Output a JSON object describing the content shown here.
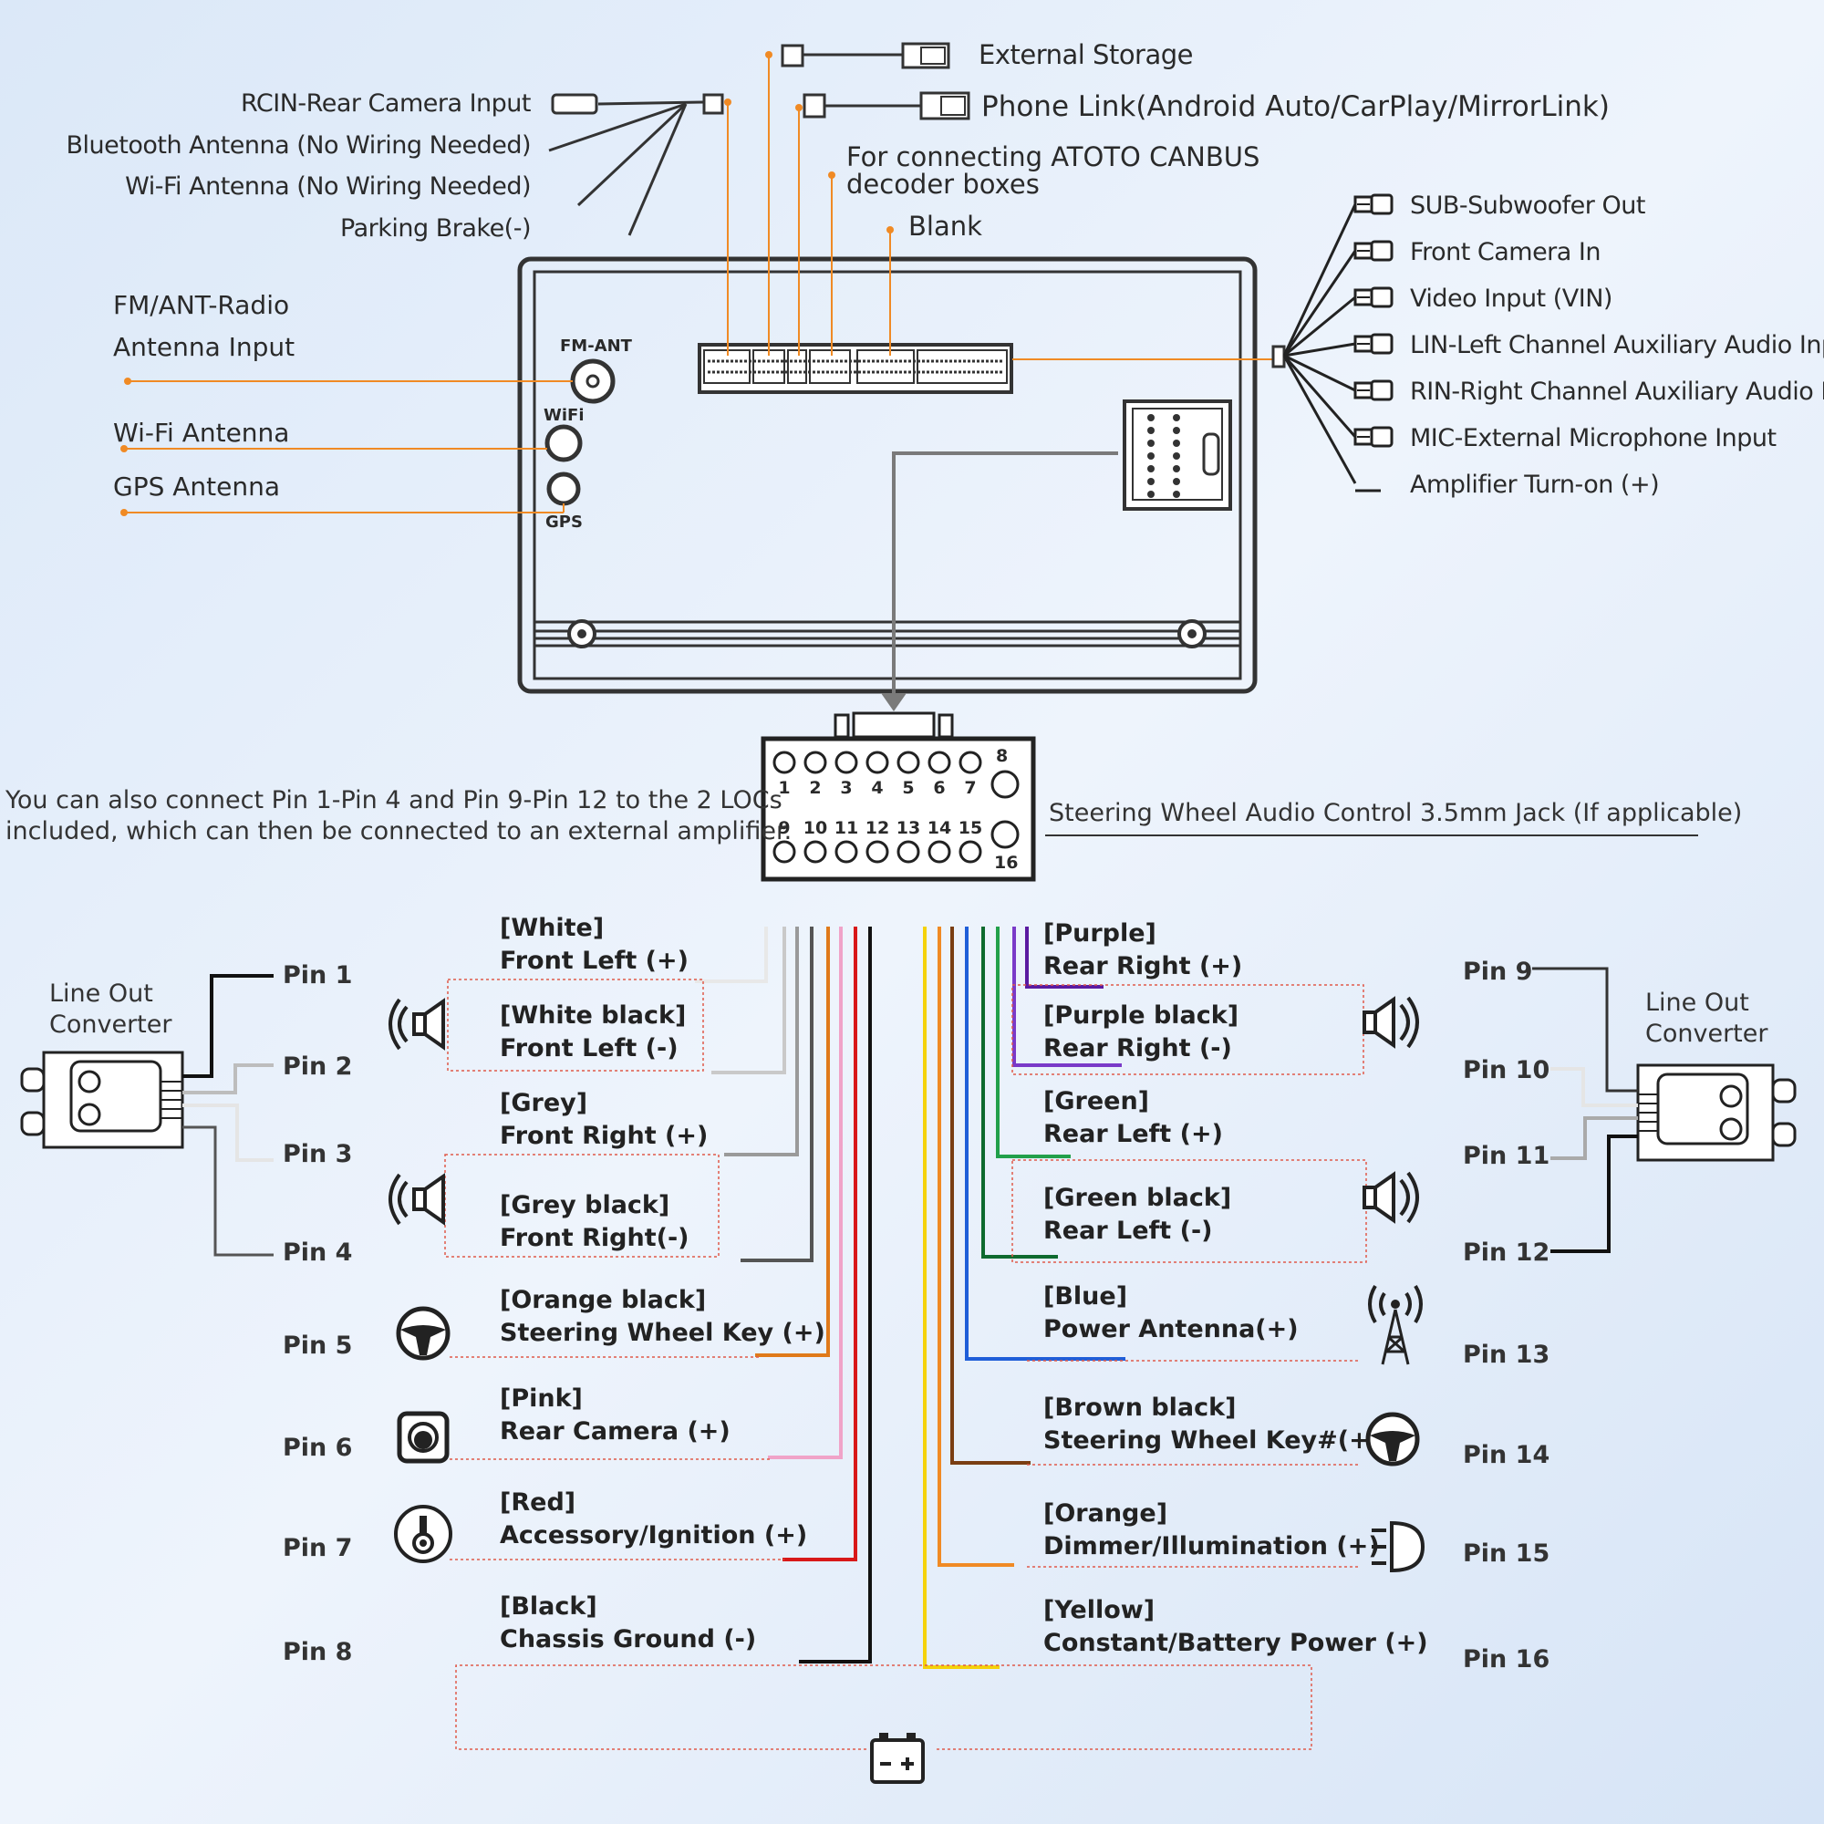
{
  "top_connectors": {
    "external_storage": "External Storage",
    "phone_link": "Phone Link(Android Auto/CarPlay/MirrorLink)",
    "canbus": [
      "For connecting ATOTO CANBUS",
      "decoder boxes"
    ],
    "blank": "Blank",
    "rcin": "RCIN-Rear Camera Input",
    "bt_antenna": "Bluetooth Antenna (No Wiring Needed)",
    "wifi_antenna_nw": "Wi-Fi Antenna (No Wiring Needed)",
    "parking_brake": "Parking Brake(-)"
  },
  "right_harness": [
    "SUB-Subwoofer Out",
    "Front Camera In",
    "Video Input (VIN)",
    "LIN-Left Channel Auxiliary Audio Input",
    "RIN-Right Channel Auxiliary Audio Input",
    "MIC-External Microphone Input",
    "Amplifier Turn-on (+)"
  ],
  "left_antennas": {
    "fm": [
      "FM/ANT-Radio",
      "Antenna Input"
    ],
    "wifi": "Wi-Fi Antenna",
    "gps": "GPS Antenna"
  },
  "unit_ports": {
    "fm": "FM-ANT",
    "wifi": "WiFi",
    "gps": "GPS"
  },
  "connector": {
    "top_pins": [
      "1",
      "2",
      "3",
      "4",
      "5",
      "6",
      "7",
      "8"
    ],
    "bottom_pins": [
      "9",
      "10",
      "11",
      "12",
      "13",
      "14",
      "15",
      "16"
    ]
  },
  "note_left": [
    "You can also connect Pin 1-Pin 4 and Pin 9-Pin 12 to the 2 LOCs",
    "included, which can then be connected to an external amplifier."
  ],
  "note_right": "Steering Wheel Audio Control 3.5mm Jack (If applicable)",
  "line_out_left": [
    "Line Out",
    "Converter"
  ],
  "line_out_right": [
    "Line Out",
    "Converter"
  ],
  "left_pins": [
    {
      "pin": "Pin 1",
      "color_name": "[White]",
      "func": "Front Left (+)",
      "wire": "#e8e8e8"
    },
    {
      "pin": "Pin 2",
      "color_name": "[White black]",
      "func": "Front Left (-)",
      "wire": "#c9c9c9"
    },
    {
      "pin": "Pin 3",
      "color_name": "[Grey]",
      "func": "Front Right (+)",
      "wire": "#9a9a9a"
    },
    {
      "pin": "Pin 4",
      "color_name": "[Grey black]",
      "func": "Front Right(-)",
      "wire": "#555555"
    },
    {
      "pin": "Pin 5",
      "color_name": "[Orange black]",
      "func": "Steering Wheel Key (+)",
      "wire": "#e07a1a"
    },
    {
      "pin": "Pin 6",
      "color_name": "[Pink]",
      "func": "Rear Camera (+)",
      "wire": "#f0a3c8"
    },
    {
      "pin": "Pin 7",
      "color_name": "[Red]",
      "func": "Accessory/Ignition (+)",
      "wire": "#d81818"
    },
    {
      "pin": "Pin 8",
      "color_name": "[Black]",
      "func": "Chassis Ground (-)",
      "wire": "#111111"
    }
  ],
  "right_pins": [
    {
      "pin": "Pin 9",
      "color_name": "[Purple]",
      "func": "Rear Right (+)",
      "wire": "#5a1aa0"
    },
    {
      "pin": "Pin 10",
      "color_name": "[Purple black]",
      "func": "Rear Right (-)",
      "wire": "#7a3ac8"
    },
    {
      "pin": "Pin 11",
      "color_name": "[Green]",
      "func": "Rear Left (+)",
      "wire": "#22a04a"
    },
    {
      "pin": "Pin 12",
      "color_name": "[Green black]",
      "func": "Rear Left (-)",
      "wire": "#0e6a2e"
    },
    {
      "pin": "Pin 13",
      "color_name": "[Blue]",
      "func": "Power Antenna(+)",
      "wire": "#1f5ed8"
    },
    {
      "pin": "Pin 14",
      "color_name": "[Brown black]",
      "func": "Steering Wheel Key#(+)",
      "wire": "#7a3e12"
    },
    {
      "pin": "Pin 15",
      "color_name": "[Orange]",
      "func": "Dimmer/Illumination (+)",
      "wire": "#f08a24"
    },
    {
      "pin": "Pin 16",
      "color_name": "[Yellow]",
      "func": "Constant/Battery Power (+)",
      "wire": "#f5d20a"
    }
  ],
  "icons": [
    "speaker-icon",
    "steering-wheel-icon",
    "camera-icon",
    "ignition-key-icon",
    "antenna-tower-icon",
    "headlight-icon",
    "battery-icon"
  ],
  "colors": {
    "accent": "#f08a24",
    "outline": "#333333",
    "dashed": "#e05a4a"
  }
}
